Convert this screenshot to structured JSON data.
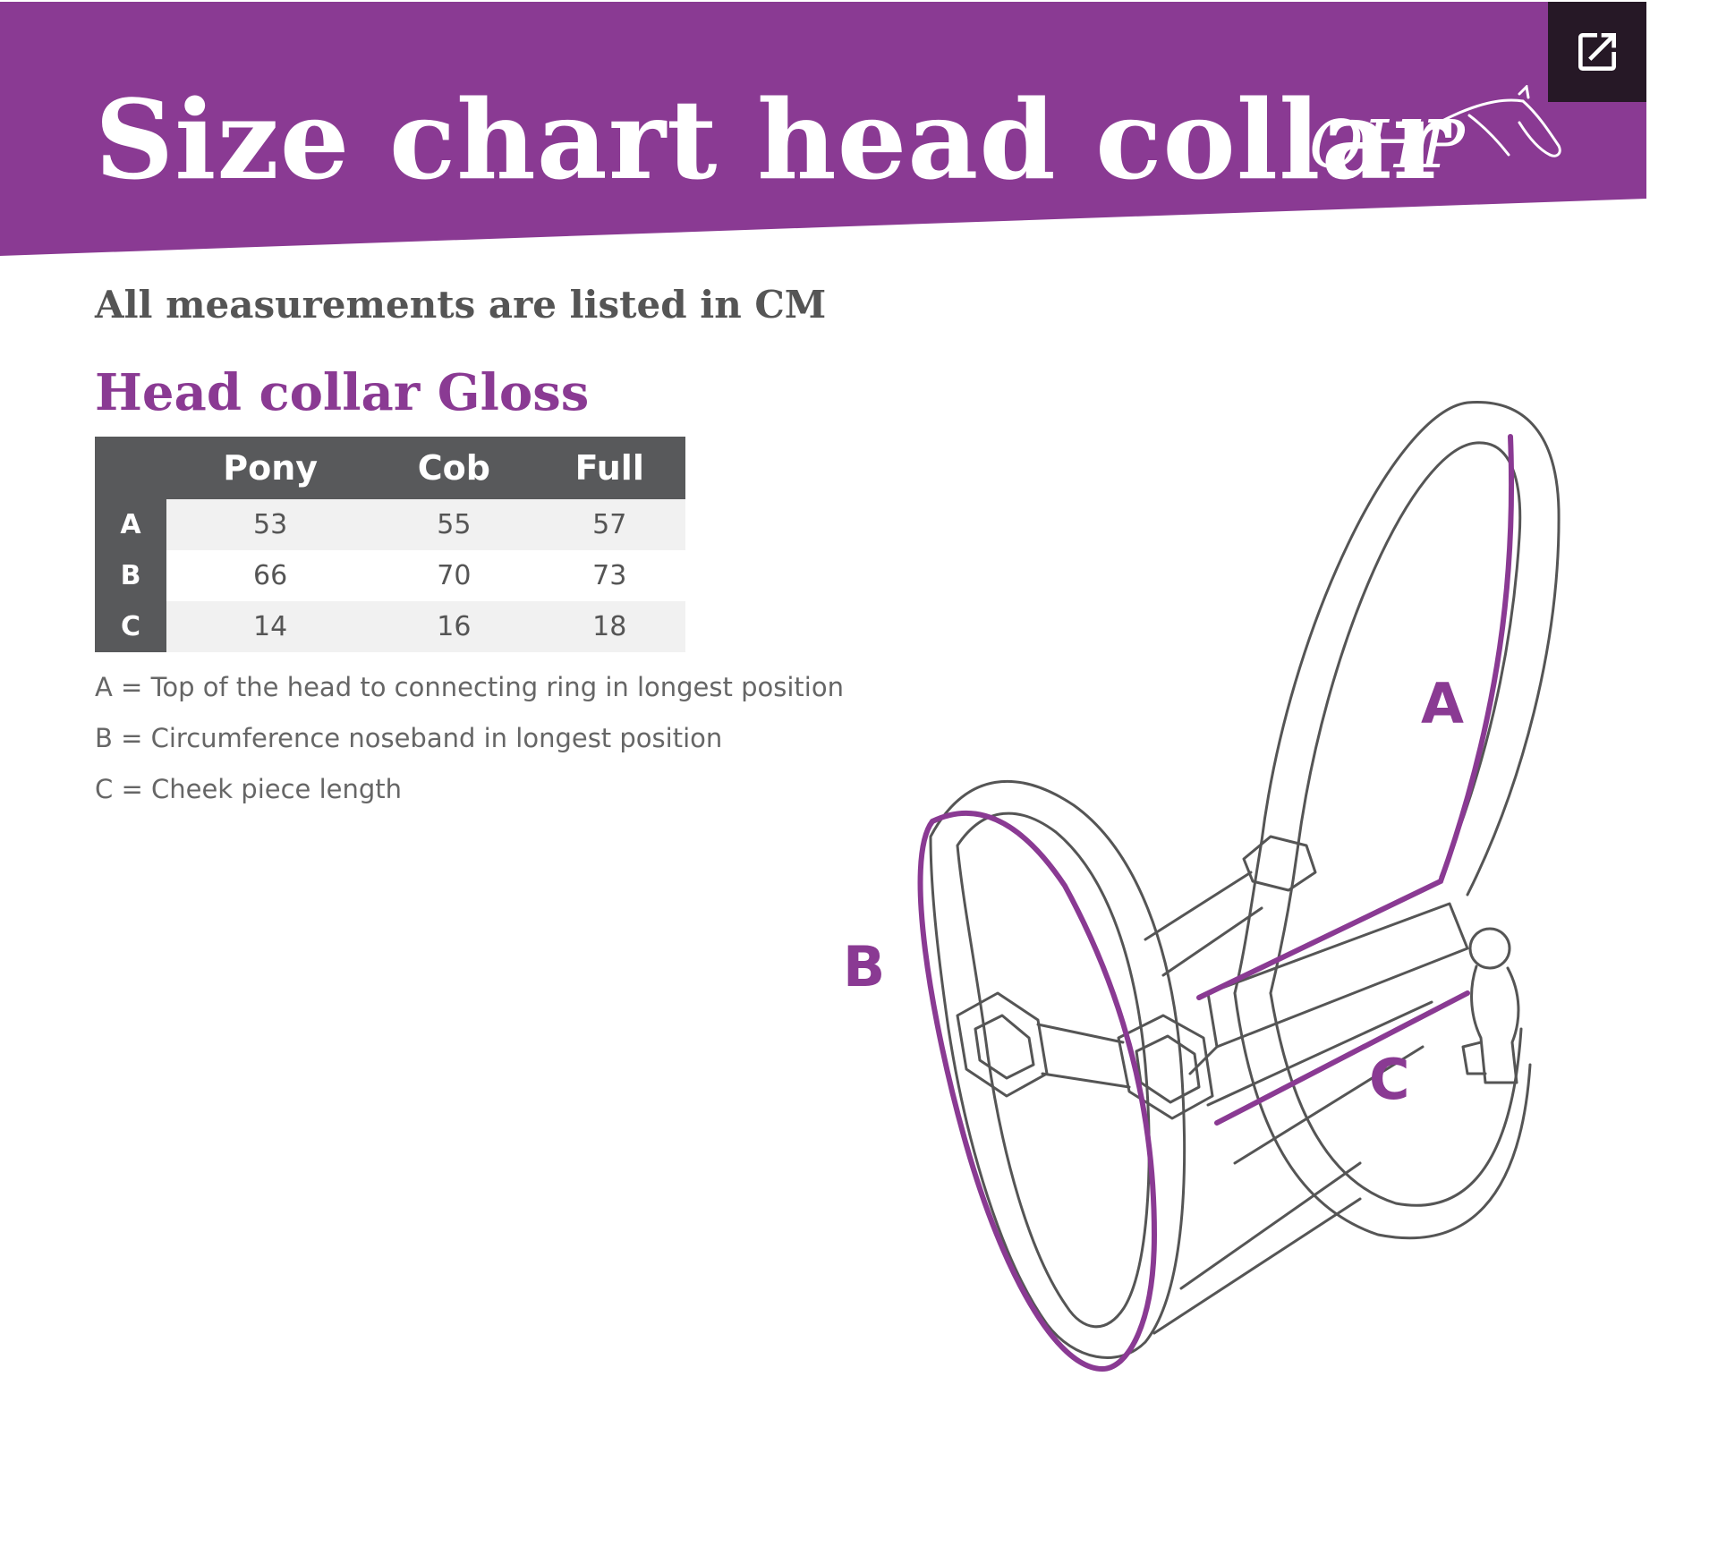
{
  "banner": {
    "title": "Size chart head collar",
    "brand_logo": "QHP",
    "color": "#8a3a93"
  },
  "open_external_icon": "open-external-icon",
  "units_note": "All measurements are listed in CM",
  "section_title": "Head collar Gloss",
  "size_table": {
    "columns": [
      "Pony",
      "Cob",
      "Full"
    ],
    "rows": [
      {
        "label": "A",
        "values": [
          "53",
          "55",
          "57"
        ]
      },
      {
        "label": "B",
        "values": [
          "66",
          "70",
          "73"
        ]
      },
      {
        "label": "C",
        "values": [
          "14",
          "16",
          "18"
        ]
      }
    ]
  },
  "legend": [
    "A = Top of the head to connecting ring in longest position",
    "B = Circumference noseband in longest position",
    "C = Cheek piece length"
  ],
  "diagram": {
    "labels": {
      "a": "A",
      "b": "B",
      "c": "C"
    },
    "accent_color": "#8a3a93",
    "line_color": "#555555"
  }
}
